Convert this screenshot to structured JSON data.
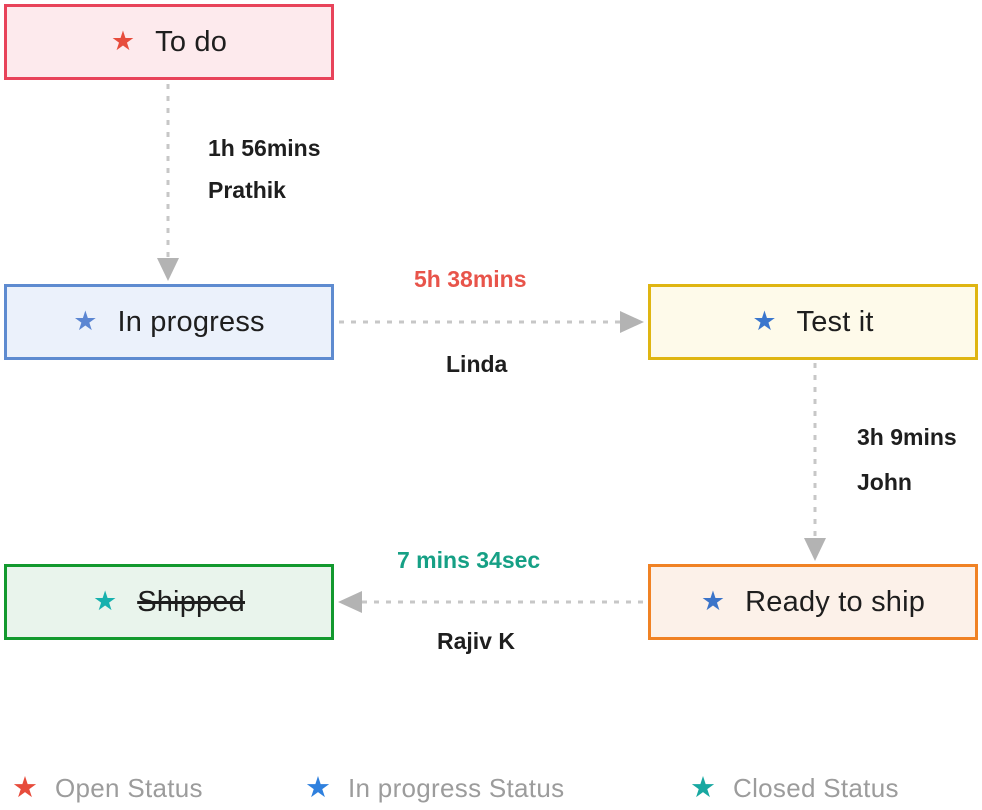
{
  "diagram": {
    "nodes": [
      {
        "id": "todo",
        "label": "To do",
        "star_color": "#E74C3C",
        "border_color": "#E8435A",
        "bg_color": "#FDEAED",
        "strikethrough": false
      },
      {
        "id": "in-progress",
        "label": "In progress",
        "star_color": "#5B86D2",
        "border_color": "#5E8BD0",
        "bg_color": "#EBF1FB",
        "strikethrough": false
      },
      {
        "id": "test-it",
        "label": "Test it",
        "star_color": "#3A76CD",
        "border_color": "#DFB512",
        "bg_color": "#FEFAEA",
        "strikethrough": false
      },
      {
        "id": "ready-to-ship",
        "label": "Ready to ship",
        "star_color": "#3B74C9",
        "border_color": "#F08224",
        "bg_color": "#FCF1E9",
        "strikethrough": false
      },
      {
        "id": "shipped",
        "label": "Shipped",
        "star_color": "#17B1AE",
        "border_color": "#12992E",
        "bg_color": "#E9F4EC",
        "strikethrough": true
      }
    ],
    "edges": [
      {
        "from": "To do",
        "to": "In progress",
        "duration": "1h 56mins",
        "assignee": "Prathik",
        "duration_color": "#1E1E1E"
      },
      {
        "from": "In progress",
        "to": "Test it",
        "duration": "5h 38mins",
        "assignee": "Linda",
        "duration_color": "#E8544A"
      },
      {
        "from": "Test it",
        "to": "Ready to ship",
        "duration": "3h 9mins",
        "assignee": "John",
        "duration_color": "#1E1E1E"
      },
      {
        "from": "Ready to ship",
        "to": "Shipped",
        "duration": "7 mins 34sec",
        "assignee": "Rajiv K",
        "duration_color": "#16A085"
      }
    ]
  },
  "legend": {
    "items": [
      {
        "label": "Open Status",
        "star_color": "#E74C3C"
      },
      {
        "label": "In progress Status",
        "star_color": "#2F80DE"
      },
      {
        "label": "Closed Status",
        "star_color": "#18A8A1"
      }
    ]
  },
  "icons": {
    "star": "★"
  },
  "colors": {
    "arrow_line": "#C7C7C7",
    "arrow_head": "#B3B3B3",
    "node_text": "#1E1E1E",
    "legend_text": "#9C9C9C",
    "background": "#FFFFFF"
  }
}
